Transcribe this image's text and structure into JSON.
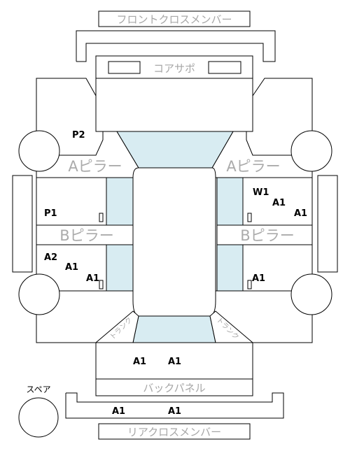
{
  "labels": {
    "front_cross_member": "フロントクロスメンバー",
    "core_support": "コアサポ",
    "a_pillar_left": "Aピラー",
    "a_pillar_right": "Aピラー",
    "b_pillar_left": "Bピラー",
    "b_pillar_right": "Bピラー",
    "trunk_left": "トランク",
    "trunk_right": "トランク",
    "back_panel": "バックパネル",
    "rear_cross_member": "リアクロスメンバー",
    "spare": "スペア"
  },
  "codes": {
    "front_left": "P2",
    "cabin_left_upper": "P1",
    "cabin_right_upper_1": "W1",
    "cabin_right_upper_2": "A1",
    "cabin_right_upper_3": "A1",
    "cabin_left_lower_1": "A2",
    "cabin_left_lower_2": "A1",
    "cabin_left_lower_3": "A1",
    "cabin_right_lower": "A1",
    "rear_1": "A1",
    "rear_2": "A1",
    "rear_cross_1": "A1",
    "rear_cross_2": "A1"
  },
  "colors": {
    "glass": "#d8ecf2",
    "line": "#000000",
    "label_gray": "#a7a7a7"
  }
}
